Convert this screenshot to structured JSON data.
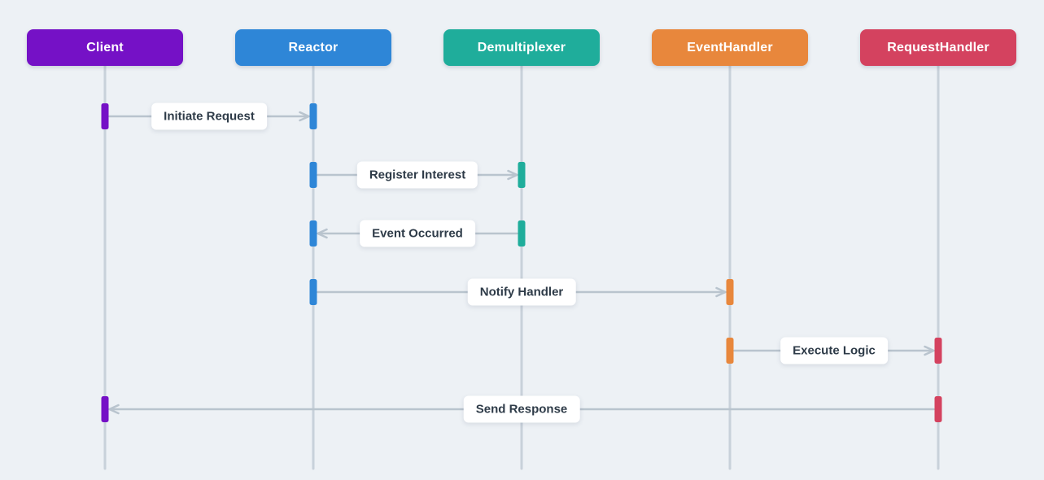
{
  "diagram": {
    "type": "sequence-diagram",
    "background": "#edf1f5",
    "lifeline_color": "#c8d1da",
    "arrow_color": "#b9c4ce",
    "label_bg": "#ffffff",
    "label_text_color": "#2e3b48",
    "actor_text_color": "#ffffff",
    "actors": [
      {
        "name": "Client",
        "color": "#7511c6"
      },
      {
        "name": "Reactor",
        "color": "#2e86d7"
      },
      {
        "name": "Demultiplexer",
        "color": "#1fad9b"
      },
      {
        "name": "EventHandler",
        "color": "#e8873c"
      },
      {
        "name": "RequestHandler",
        "color": "#d4425f"
      }
    ],
    "messages": [
      {
        "from": "Client",
        "to": "Reactor",
        "label": "Initiate Request"
      },
      {
        "from": "Reactor",
        "to": "Demultiplexer",
        "label": "Register Interest"
      },
      {
        "from": "Demultiplexer",
        "to": "Reactor",
        "label": "Event Occurred"
      },
      {
        "from": "Reactor",
        "to": "EventHandler",
        "label": "Notify Handler"
      },
      {
        "from": "EventHandler",
        "to": "RequestHandler",
        "label": "Execute Logic"
      },
      {
        "from": "RequestHandler",
        "to": "Client",
        "label": "Send Response"
      }
    ]
  }
}
